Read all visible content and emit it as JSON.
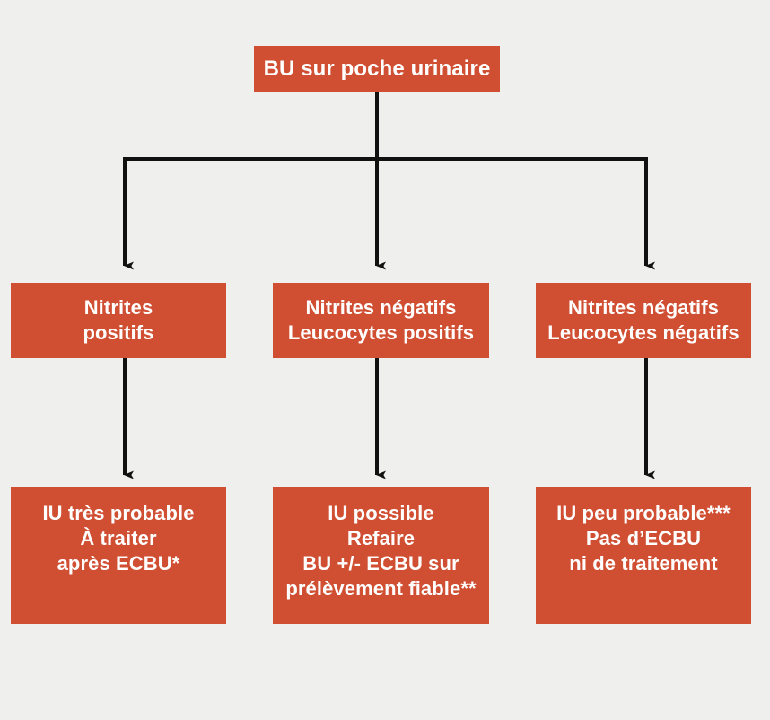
{
  "diagram": {
    "title": "BU sur poche urinaire",
    "type": "flowchart",
    "background_color": "#efefed",
    "node_color": "#d04e31",
    "node_text_color": "#ffffff",
    "connector_color": "#000000"
  },
  "root": {
    "lines": [
      "BU sur poche urinaire"
    ]
  },
  "criteria": [
    {
      "lines": [
        "Nitrites",
        "positifs"
      ]
    },
    {
      "lines": [
        "Nitrites négatifs",
        "Leucocytes positifs"
      ]
    },
    {
      "lines": [
        "Nitrites négatifs",
        "Leucocytes négatifs"
      ]
    }
  ],
  "outcomes": [
    {
      "lines": [
        "IU très probable",
        "À traiter",
        "après ECBU*"
      ]
    },
    {
      "lines": [
        "IU possible",
        "Refaire",
        "BU +/- ECBU sur",
        "prélèvement fiable**"
      ]
    },
    {
      "lines": [
        "IU peu probable***",
        "Pas d’ECBU",
        "ni de traitement"
      ]
    }
  ]
}
